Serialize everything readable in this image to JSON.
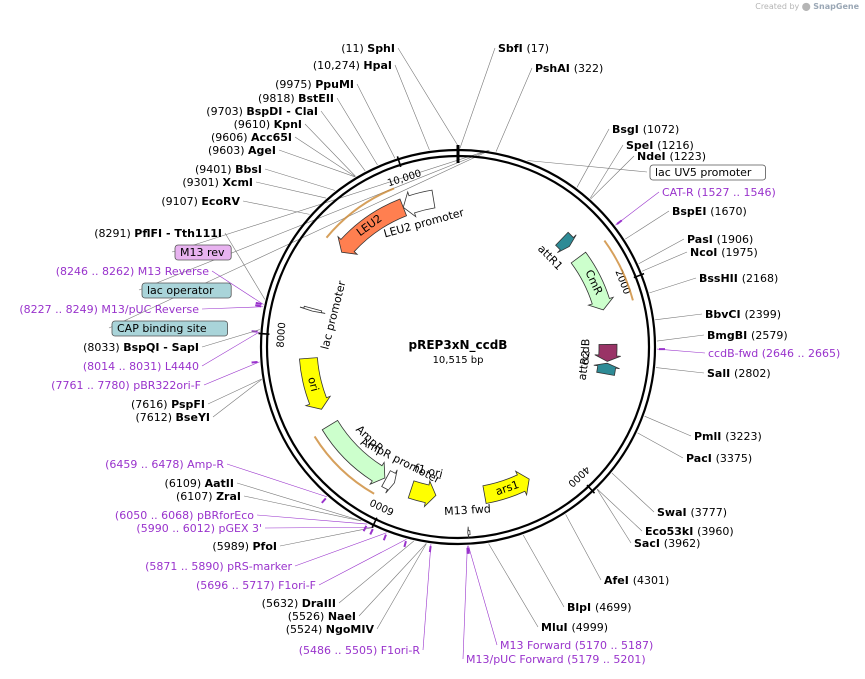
{
  "credit": {
    "prefix": "Created by",
    "brand": "SnapGene"
  },
  "plasmid": {
    "name": "pREP3xN_ccdB",
    "length_label": "10,515 bp",
    "length": 10515
  },
  "ticks": [
    {
      "pos": 2000,
      "label": "2000"
    },
    {
      "pos": 4000,
      "label": "4000"
    },
    {
      "pos": 6000,
      "label": "6000"
    },
    {
      "pos": 8000,
      "label": "8000"
    },
    {
      "pos": 10000,
      "label": "10,000"
    }
  ],
  "features": [
    {
      "name": "LEU2",
      "start": 9030,
      "end": 9890,
      "dir": -1,
      "color": "#ff7f50",
      "label_inside": true
    },
    {
      "name": "LEU2 promoter",
      "start": 9890,
      "end": 10240,
      "dir": -1,
      "color": "#ffffff",
      "label_inside": false
    },
    {
      "name": "lac promoter",
      "start": 8290,
      "end": 8320,
      "dir": -1,
      "color": "#ffffff",
      "label_inside": false
    },
    {
      "name": "ori",
      "start": 7170,
      "end": 7760,
      "dir": -1,
      "color": "#ffff00",
      "label_inside": true
    },
    {
      "name": "AmpR",
      "start": 6110,
      "end": 6970,
      "dir": -1,
      "color": "#ccffcc",
      "label_inside": false
    },
    {
      "name": "AmpR promoter",
      "start": 5990,
      "end": 6095,
      "dir": -1,
      "color": "#ffffff",
      "label_inside": false
    },
    {
      "name": "f1 ori",
      "start": 5505,
      "end": 5790,
      "dir": -1,
      "color": "#ffff00",
      "label_inside": false
    },
    {
      "name": "ars1",
      "start": 4430,
      "end": 4960,
      "dir": -1,
      "color": "#ffff00",
      "label_inside": true
    },
    {
      "name": "CmR",
      "start": 1560,
      "end": 2210,
      "dir": 1,
      "color": "#ccffcc",
      "label_inside": true
    },
    {
      "name": "ccdB",
      "start": 2600,
      "end": 2790,
      "dir": 1,
      "color": "#993366",
      "label_inside": false
    },
    {
      "name": "attR1",
      "start": 1280,
      "end": 1400,
      "dir": 1,
      "color": "#2e8b96",
      "label_inside": false
    },
    {
      "name": "attR2",
      "start": 2810,
      "end": 2930,
      "dir": -1,
      "color": "#2e8b96",
      "label_inside": false
    },
    {
      "name": "M13 fwd",
      "start": 5150,
      "end": 5170,
      "dir": 1,
      "color": "#ffffff",
      "label_inside": false
    }
  ],
  "sites": [
    {
      "name": "SphI",
      "pos": "(11)"
    },
    {
      "name": "SbfI",
      "pos": "(17)"
    },
    {
      "name": "PshAI",
      "pos": "(322)"
    },
    {
      "name": "BsgI",
      "pos": "(1072)"
    },
    {
      "name": "SpeI",
      "pos": "(1216)"
    },
    {
      "name": "NdeI",
      "pos": "(1223)"
    },
    {
      "name": "lac UV5 promoter",
      "pos": "",
      "box": "white"
    },
    {
      "name": "CAT-R",
      "pos": "(1527 .. 1546)",
      "primer": true
    },
    {
      "name": "BspEI",
      "pos": "(1670)"
    },
    {
      "name": "PasI",
      "pos": "(1906)"
    },
    {
      "name": "NcoI",
      "pos": "(1975)"
    },
    {
      "name": "BssHII",
      "pos": "(2168)"
    },
    {
      "name": "BbvCI",
      "pos": "(2399)"
    },
    {
      "name": "BmgBI",
      "pos": "(2579)"
    },
    {
      "name": "ccdB-fwd",
      "pos": "(2646 .. 2665)",
      "primer": true
    },
    {
      "name": "SalI",
      "pos": "(2802)"
    },
    {
      "name": "PmlI",
      "pos": "(3223)"
    },
    {
      "name": "PacI",
      "pos": "(3375)"
    },
    {
      "name": "SwaI",
      "pos": "(3777)"
    },
    {
      "name": "Eco53kI",
      "pos": "(3960)"
    },
    {
      "name": "SacI",
      "pos": "(3962)"
    },
    {
      "name": "AfeI",
      "pos": "(4301)"
    },
    {
      "name": "BlpI",
      "pos": "(4699)"
    },
    {
      "name": "MluI",
      "pos": "(4999)"
    },
    {
      "name": "M13 Forward",
      "pos": "(5170 .. 5187)",
      "primer": true
    },
    {
      "name": "M13/pUC Forward",
      "pos": "(5179 .. 5201)",
      "primer": true
    },
    {
      "name": "F1ori-R",
      "pos": "(5486 .. 5505)",
      "primer": true
    },
    {
      "name": "NgoMIV",
      "pos": "(5524)"
    },
    {
      "name": "NaeI",
      "pos": "(5526)"
    },
    {
      "name": "DraIII",
      "pos": "(5632)"
    },
    {
      "name": "F1ori-F",
      "pos": "(5696 .. 5717)",
      "primer": true
    },
    {
      "name": "pRS-marker",
      "pos": "(5871 .. 5890)",
      "primer": true
    },
    {
      "name": "PfoI",
      "pos": "(5989)"
    },
    {
      "name": "pGEX 3'",
      "pos": "(5990 .. 6012)",
      "primer": true
    },
    {
      "name": "pBRforEco",
      "pos": "(6050 .. 6068)",
      "primer": true
    },
    {
      "name": "ZraI",
      "pos": "(6107)"
    },
    {
      "name": "AatII",
      "pos": "(6109)"
    },
    {
      "name": "Amp-R",
      "pos": "(6459 .. 6478)",
      "primer": true
    },
    {
      "name": "BseYI",
      "pos": "(7612)"
    },
    {
      "name": "PspFI",
      "pos": "(7616)"
    },
    {
      "name": "pBR322ori-F",
      "pos": "(7761 .. 7780)",
      "primer": true
    },
    {
      "name": "L4440",
      "pos": "(8014 .. 8031)",
      "primer": true
    },
    {
      "name": "BspQI - SapI",
      "pos": "(8033)"
    },
    {
      "name": "CAP binding site",
      "pos": "",
      "box": "teal"
    },
    {
      "name": "M13/pUC Reverse",
      "pos": "(8227 .. 8249)",
      "primer": true
    },
    {
      "name": "lac operator",
      "pos": "",
      "box": "teal"
    },
    {
      "name": "M13 Reverse",
      "pos": "(8246 .. 8262)",
      "primer": true
    },
    {
      "name": "M13 rev",
      "pos": "",
      "box": "pink"
    },
    {
      "name": "PflFI - Tth111I",
      "pos": "(8291)"
    },
    {
      "name": "EcoRV",
      "pos": "(9107)"
    },
    {
      "name": "XcmI",
      "pos": "(9301)"
    },
    {
      "name": "BbsI",
      "pos": "(9401)"
    },
    {
      "name": "AgeI",
      "pos": "(9603)"
    },
    {
      "name": "Acc65I",
      "pos": "(9606)"
    },
    {
      "name": "KpnI",
      "pos": "(9610)"
    },
    {
      "name": "BspDI - ClaI",
      "pos": "(9703)"
    },
    {
      "name": "BstEII",
      "pos": "(9818)"
    },
    {
      "name": "PpuMI",
      "pos": "(9975)"
    },
    {
      "name": "HpaI",
      "pos": "(10,274)"
    }
  ]
}
